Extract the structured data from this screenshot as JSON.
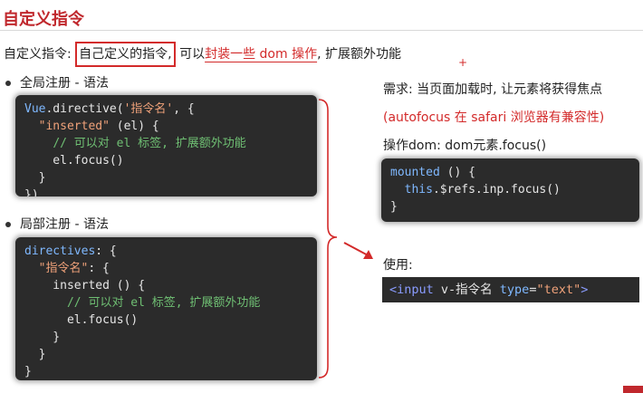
{
  "title": "自定义指令",
  "intro": {
    "prefix": "自定义指令: ",
    "boxed": "自己定义的指令,",
    "middle": " 可以",
    "underlined": "封装一些 dom 操作",
    "suffix": ", 扩展额外功能"
  },
  "global": {
    "label": "全局注册 - 语法",
    "lines": [
      "Vue.directive('指令名', {",
      "  \"inserted\" (el) {",
      "    // 可以对 el 标签, 扩展额外功能",
      "    el.focus()",
      "  }",
      "})"
    ]
  },
  "local": {
    "label": "局部注册 - 语法",
    "lines": [
      "directives: {",
      "  \"指令名\": {",
      "    inserted () {",
      "      // 可以对 el 标签, 扩展额外功能",
      "      el.focus()",
      "    }",
      "  }",
      "}"
    ]
  },
  "requirement": {
    "line1": "需求: 当页面加载时, 让元素将获得焦点",
    "line2": "(autofocus 在 safari 浏览器有兼容性)",
    "line3": "操作dom: dom元素.focus()"
  },
  "mounted_code": [
    "mounted () {",
    "  this.$refs.inp.focus()",
    "}"
  ],
  "usage": {
    "label": "使用:",
    "code": "<input v-指令名 type=\"text\">"
  },
  "colors": {
    "accent": "#c0282d",
    "code_bg": "#2b2b2b"
  }
}
